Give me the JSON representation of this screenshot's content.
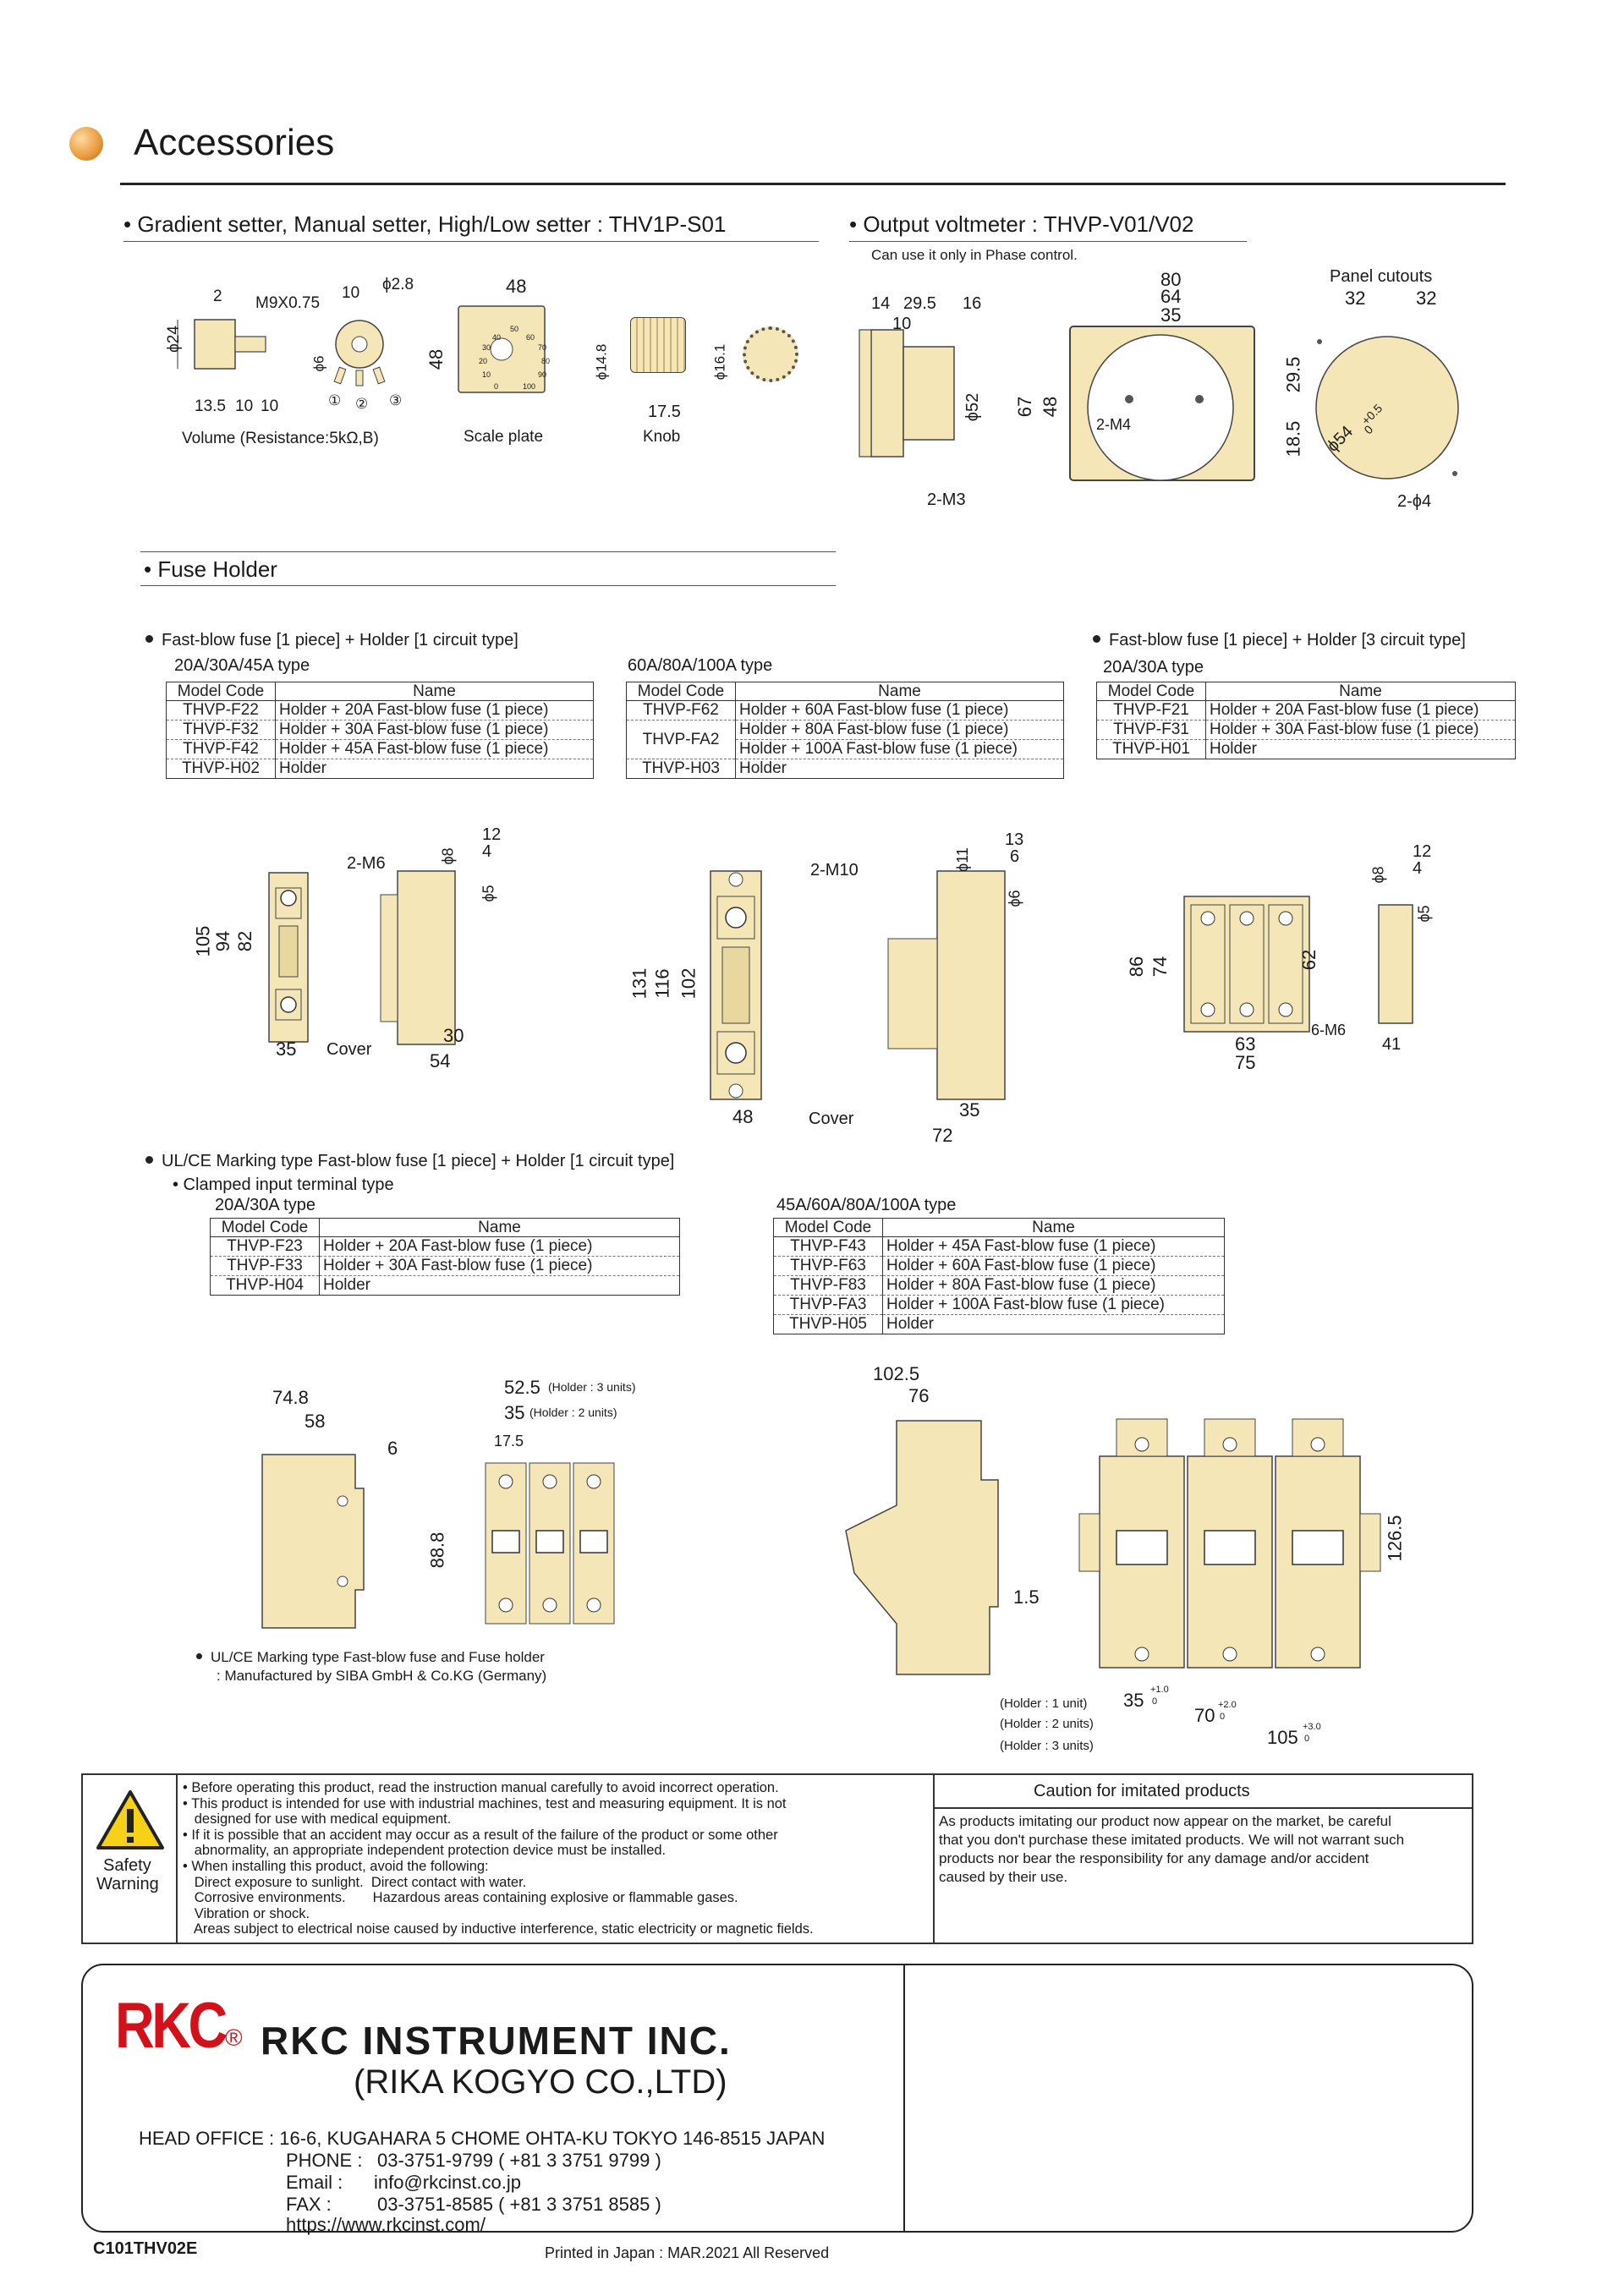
{
  "header": {
    "title": "Accessories"
  },
  "sections": {
    "gradient": "• Gradient setter, Manual setter, High/Low setter : THV1P-S01",
    "voltmeter": "• Output voltmeter : THVP-V01/V02",
    "voltmeter_note": "Can use it only in Phase control.",
    "fuse": "• Fuse Holder"
  },
  "gradient_drawings": {
    "labels": [
      "2",
      "M9X0.75",
      "10",
      "ϕ2.8",
      "ϕ24",
      "ϕ6",
      "13.5",
      "10",
      "10",
      "①",
      "②",
      "③",
      "48",
      "48",
      "ϕ14.8",
      "ϕ16.1",
      "17.5"
    ],
    "scale": [
      "50",
      "40",
      "60",
      "30",
      "70",
      "20",
      "80",
      "10",
      "90",
      "0",
      "100"
    ],
    "caption_volume": "Volume (Resistance:5kΩ,B)",
    "caption_scale": "Scale plate",
    "caption_knob": "Knob"
  },
  "voltmeter_drawings": {
    "labels": [
      "14",
      "29.5",
      "16",
      "10",
      "ϕ52",
      "2-M3",
      "80",
      "64",
      "35",
      "67",
      "48",
      "2-M4"
    ],
    "panel_title": "Panel cutouts",
    "panel_labels": [
      "32",
      "32",
      "29.5",
      "18.5",
      "ϕ54",
      "+0.5",
      "0",
      "2-ϕ4"
    ]
  },
  "fuse_groups": {
    "g1_title": "Fast-blow fuse [1 piece] + Holder [1 circuit type]",
    "g1_sub": "20A/30A/45A type",
    "g2_sub": "60A/80A/100A type",
    "g3_title": "Fast-blow fuse [1 piece] + Holder [3 circuit type]",
    "g3_sub": "20A/30A type",
    "col_code": "Model Code",
    "col_name": "Name",
    "table1": [
      [
        "THVP-F22",
        "Holder + 20A Fast-blow fuse (1 piece)"
      ],
      [
        "THVP-F32",
        "Holder + 30A Fast-blow fuse (1 piece)"
      ],
      [
        "THVP-F42",
        "Holder + 45A Fast-blow fuse (1 piece)"
      ],
      [
        "THVP-H02",
        "Holder"
      ]
    ],
    "table2_code1": "THVP-F62",
    "table2_name1": "Holder + 60A Fast-blow fuse (1 piece)",
    "table2_code2": "THVP-FA2",
    "table2_name2a": "Holder + 80A Fast-blow fuse (1 piece)",
    "table2_name2b": "Holder + 100A Fast-blow fuse (1 piece)",
    "table2_code3": "THVP-H03",
    "table2_name3": "Holder",
    "table3": [
      [
        "THVP-F21",
        "Holder + 20A Fast-blow fuse (1 piece)"
      ],
      [
        "THVP-F31",
        "Holder + 30A Fast-blow fuse (1 piece)"
      ],
      [
        "THVP-H01",
        "Holder"
      ]
    ]
  },
  "fuse_drawings": {
    "d1": [
      "2-M6",
      "ϕ8",
      "12",
      "4",
      "ϕ5",
      "105",
      "94",
      "82",
      "35",
      "Cover",
      "30",
      "54"
    ],
    "d2": [
      "2-M10",
      "ϕ11",
      "13",
      "6",
      "ϕ6",
      "131",
      "116",
      "102",
      "48",
      "Cover",
      "35",
      "72"
    ],
    "d3": [
      "ϕ8",
      "12",
      "4",
      "ϕ5",
      "86",
      "74",
      "62",
      "6-M6",
      "63",
      "75",
      "41"
    ]
  },
  "ulce": {
    "title": "UL/CE Marking type Fast-blow fuse [1 piece] + Holder [1 circuit type]",
    "sub": "• Clamped input terminal type",
    "t4_sub": "20A/30A type",
    "t5_sub": "45A/60A/80A/100A type",
    "table4": [
      [
        "THVP-F23",
        "Holder + 20A Fast-blow fuse (1 piece)"
      ],
      [
        "THVP-F33",
        "Holder + 30A Fast-blow fuse (1 piece)"
      ],
      [
        "THVP-H04",
        "Holder"
      ]
    ],
    "table5": [
      [
        "THVP-F43",
        "Holder + 45A Fast-blow fuse (1 piece)"
      ],
      [
        "THVP-F63",
        "Holder + 60A Fast-blow fuse (1 piece)"
      ],
      [
        "THVP-F83",
        "Holder + 80A Fast-blow fuse (1 piece)"
      ],
      [
        "THVP-FA3",
        "Holder + 100A Fast-blow fuse (1 piece)"
      ],
      [
        "THVP-H05",
        "Holder"
      ]
    ],
    "d4": [
      "74.8",
      "58",
      "6",
      "52.5",
      "(Holder : 3 units)",
      "35",
      "(Holder : 2 units)",
      "17.5",
      "88.8"
    ],
    "d5": [
      "102.5",
      "76",
      "1.5",
      "126.5",
      "(Holder : 1 unit)",
      "(Holder : 2 units)",
      "(Holder : 3 units)",
      "35",
      "+1.0",
      "0",
      "70",
      "+2.0",
      "0",
      "105",
      "+3.0",
      "0"
    ],
    "siba_note1": "UL/CE Marking type Fast-blow fuse and Fuse holder",
    "siba_note2": ": Manufactured by SIBA GmbH & Co.KG (Germany)"
  },
  "warning": {
    "label1": "Safety",
    "label2": "Warning",
    "lines": [
      "• Before operating this product, read the instruction manual carefully to avoid incorrect operation.",
      "• This product is intended for use with industrial machines, test and measuring equipment. It is not",
      "   designed for use with medical equipment.",
      "• If it is possible that an accident may occur as a result of the failure of the product or some other",
      "   abnormality, an appropriate independent protection device must be installed.",
      "• When installing this product, avoid the following:",
      "   Direct exposure to sunlight.  Direct contact with water.",
      "   Corrosive environments.       Hazardous areas containing explosive or flammable gases.",
      "   Vibration or shock.",
      "   Areas subject to electrical noise caused by inductive interference, static electricity or magnetic fields."
    ],
    "caution_title": "Caution for imitated products",
    "caution_lines": [
      "As products imitating our product now appear on the market, be careful",
      "that you don't purchase these imitated products. We will not warrant such",
      "products nor bear the responsibility for any damage and/or accident",
      "caused by their use."
    ]
  },
  "company": {
    "logo": "RKC",
    "reg": "®",
    "name": "RKC INSTRUMENT INC.",
    "alt_name": "(RIKA KOGYO CO.,LTD)",
    "head_office": "HEAD OFFICE : 16-6, KUGAHARA 5 CHOME OHTA-KU TOKYO 146-8515 JAPAN",
    "phone_label": "PHONE :",
    "phone": "03-3751-9799 ( +81 3 3751 9799 )",
    "email_label": "Email :",
    "email": "info@rkcinst.co.jp",
    "fax_label": "FAX :",
    "fax": "03-3751-8585 ( +81 3 3751 8585 )",
    "web": "https://www.rkcinst.com/"
  },
  "bottom": {
    "code": "C101THV02E",
    "printed": "Printed in Japan : MAR.2021  All Reserved"
  },
  "colors": {
    "beige": "#f5e6b8",
    "logo_red": "#d3111a",
    "accent_orange": "#e89a3a"
  }
}
